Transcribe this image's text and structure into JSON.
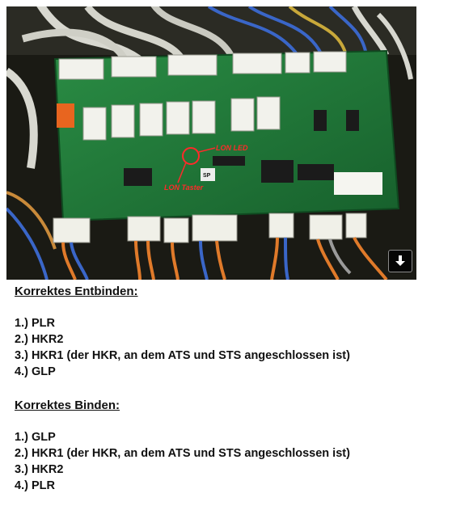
{
  "photo": {
    "annotations": {
      "lon_led": "LON LED",
      "lon_taster": "LON Taster"
    },
    "colors": {
      "pcb": "#1f7a38",
      "annotation": "#ff2a2a"
    }
  },
  "download_icon": "download-arrow-icon",
  "sections": [
    {
      "heading": "Korrektes Entbinden:",
      "items": [
        "1.) PLR",
        "2.) HKR2",
        "3.) HKR1 (der HKR, an dem ATS und STS angeschlossen ist)",
        "4.) GLP"
      ]
    },
    {
      "heading": "Korrektes Binden:",
      "items": [
        "1.) GLP",
        "2.) HKR1 (der HKR, an dem ATS und STS angeschlossen ist)",
        "3.) HKR2",
        "4.) PLR"
      ]
    }
  ]
}
